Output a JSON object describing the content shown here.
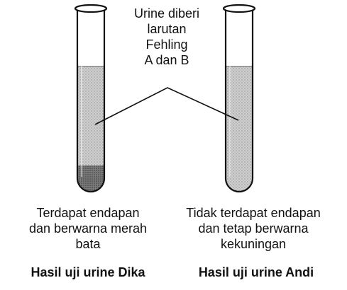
{
  "callout": {
    "lines": [
      "Urine diberi",
      "larutan",
      "Fehling",
      "A dan B"
    ]
  },
  "tubes": [
    {
      "observation_lines": [
        "Terdapat endapan",
        "dan berwarna merah",
        "bata"
      ],
      "caption": "Hasil uji urine Dika",
      "has_precipitate": true
    },
    {
      "observation_lines": [
        "Tidak terdapat endapan",
        "dan tetap berwarna",
        "kekuningan"
      ],
      "caption": "Hasil uji urine Andi",
      "has_precipitate": false
    }
  ],
  "colors": {
    "outline": "#111111",
    "liquid": "#c9c9c9",
    "precipitate": "#6e6e6e"
  }
}
